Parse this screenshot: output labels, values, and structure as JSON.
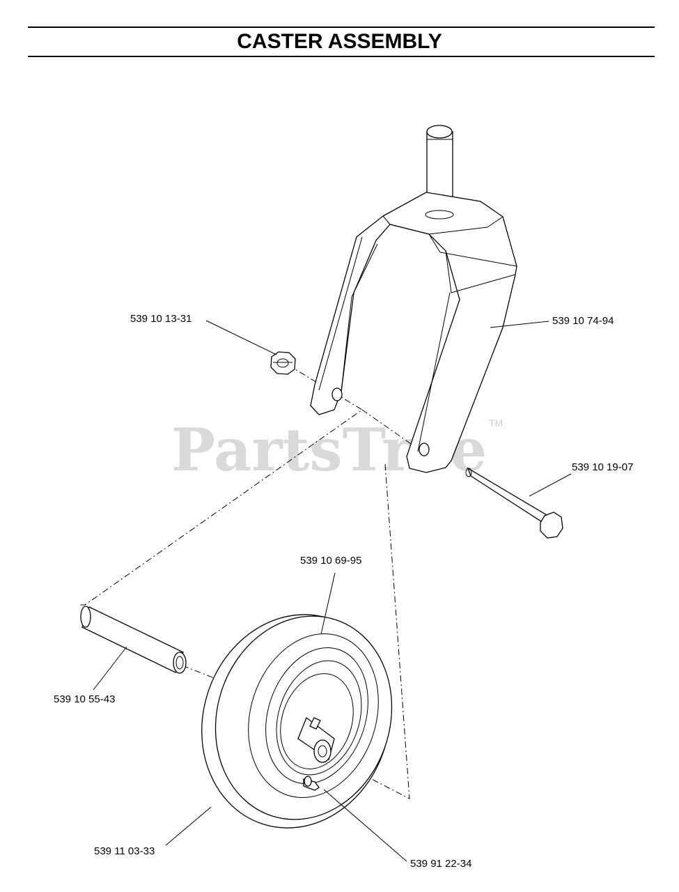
{
  "title": "CASTER ASSEMBLY",
  "watermark": {
    "text": "PartsTree",
    "tm": "TM"
  },
  "callouts": {
    "yoke": "539 10 74-94",
    "nut": "539 10 13-31",
    "bolt": "539 10 19-07",
    "tire": "539 10 69-95",
    "spacer": "539 10 55-43",
    "wheel": "539 11 03-33",
    "grease_fitting": "539 91 22-34"
  }
}
